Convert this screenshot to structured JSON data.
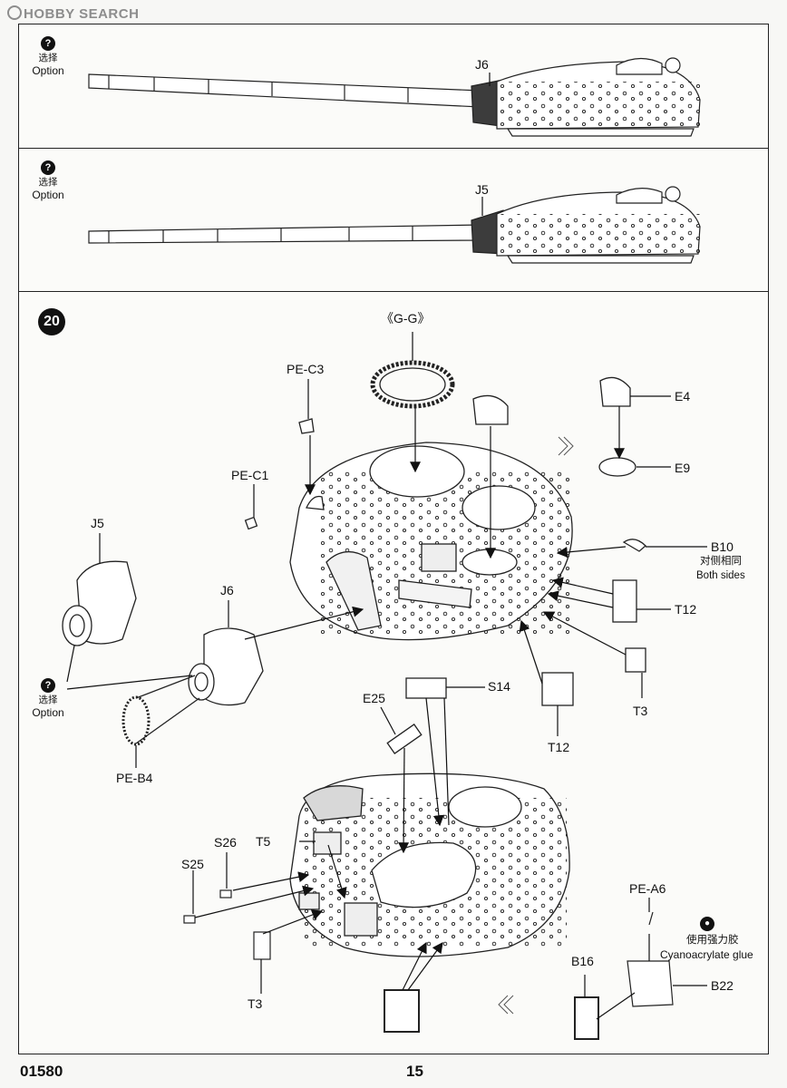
{
  "watermark": "HOBBY SEARCH",
  "option_panels": [
    {
      "option": {
        "cn": "选择",
        "en": "Option"
      },
      "part": "J6"
    },
    {
      "option": {
        "cn": "选择",
        "en": "Option"
      },
      "part": "J5"
    }
  ],
  "step": {
    "number": "20",
    "section_label": "《G-G》",
    "callouts": {
      "pe_c3": "PE-C3",
      "pe_c1": "PE-C1",
      "j5": "J5",
      "j6": "J6",
      "pe_b4": "PE-B4",
      "e4": "E4",
      "e9": "E9",
      "b10": "B10",
      "b10_note_cn": "对侧相同",
      "b10_note_en": "Both sides",
      "t12_upper": "T12",
      "t3_right": "T3",
      "s14": "S14",
      "t12_lower": "T12",
      "e25": "E25",
      "t5": "T5",
      "s26": "S26",
      "s25": "S25",
      "t3_left": "T3",
      "pe_a6": "PE-A6",
      "b16": "B16",
      "b22": "B22"
    },
    "option": {
      "cn": "选择",
      "en": "Option"
    },
    "glue": {
      "cn": "使用强力胶",
      "en": "Cyanoacrylate glue"
    }
  },
  "footer": {
    "code": "01580",
    "page": "15"
  }
}
